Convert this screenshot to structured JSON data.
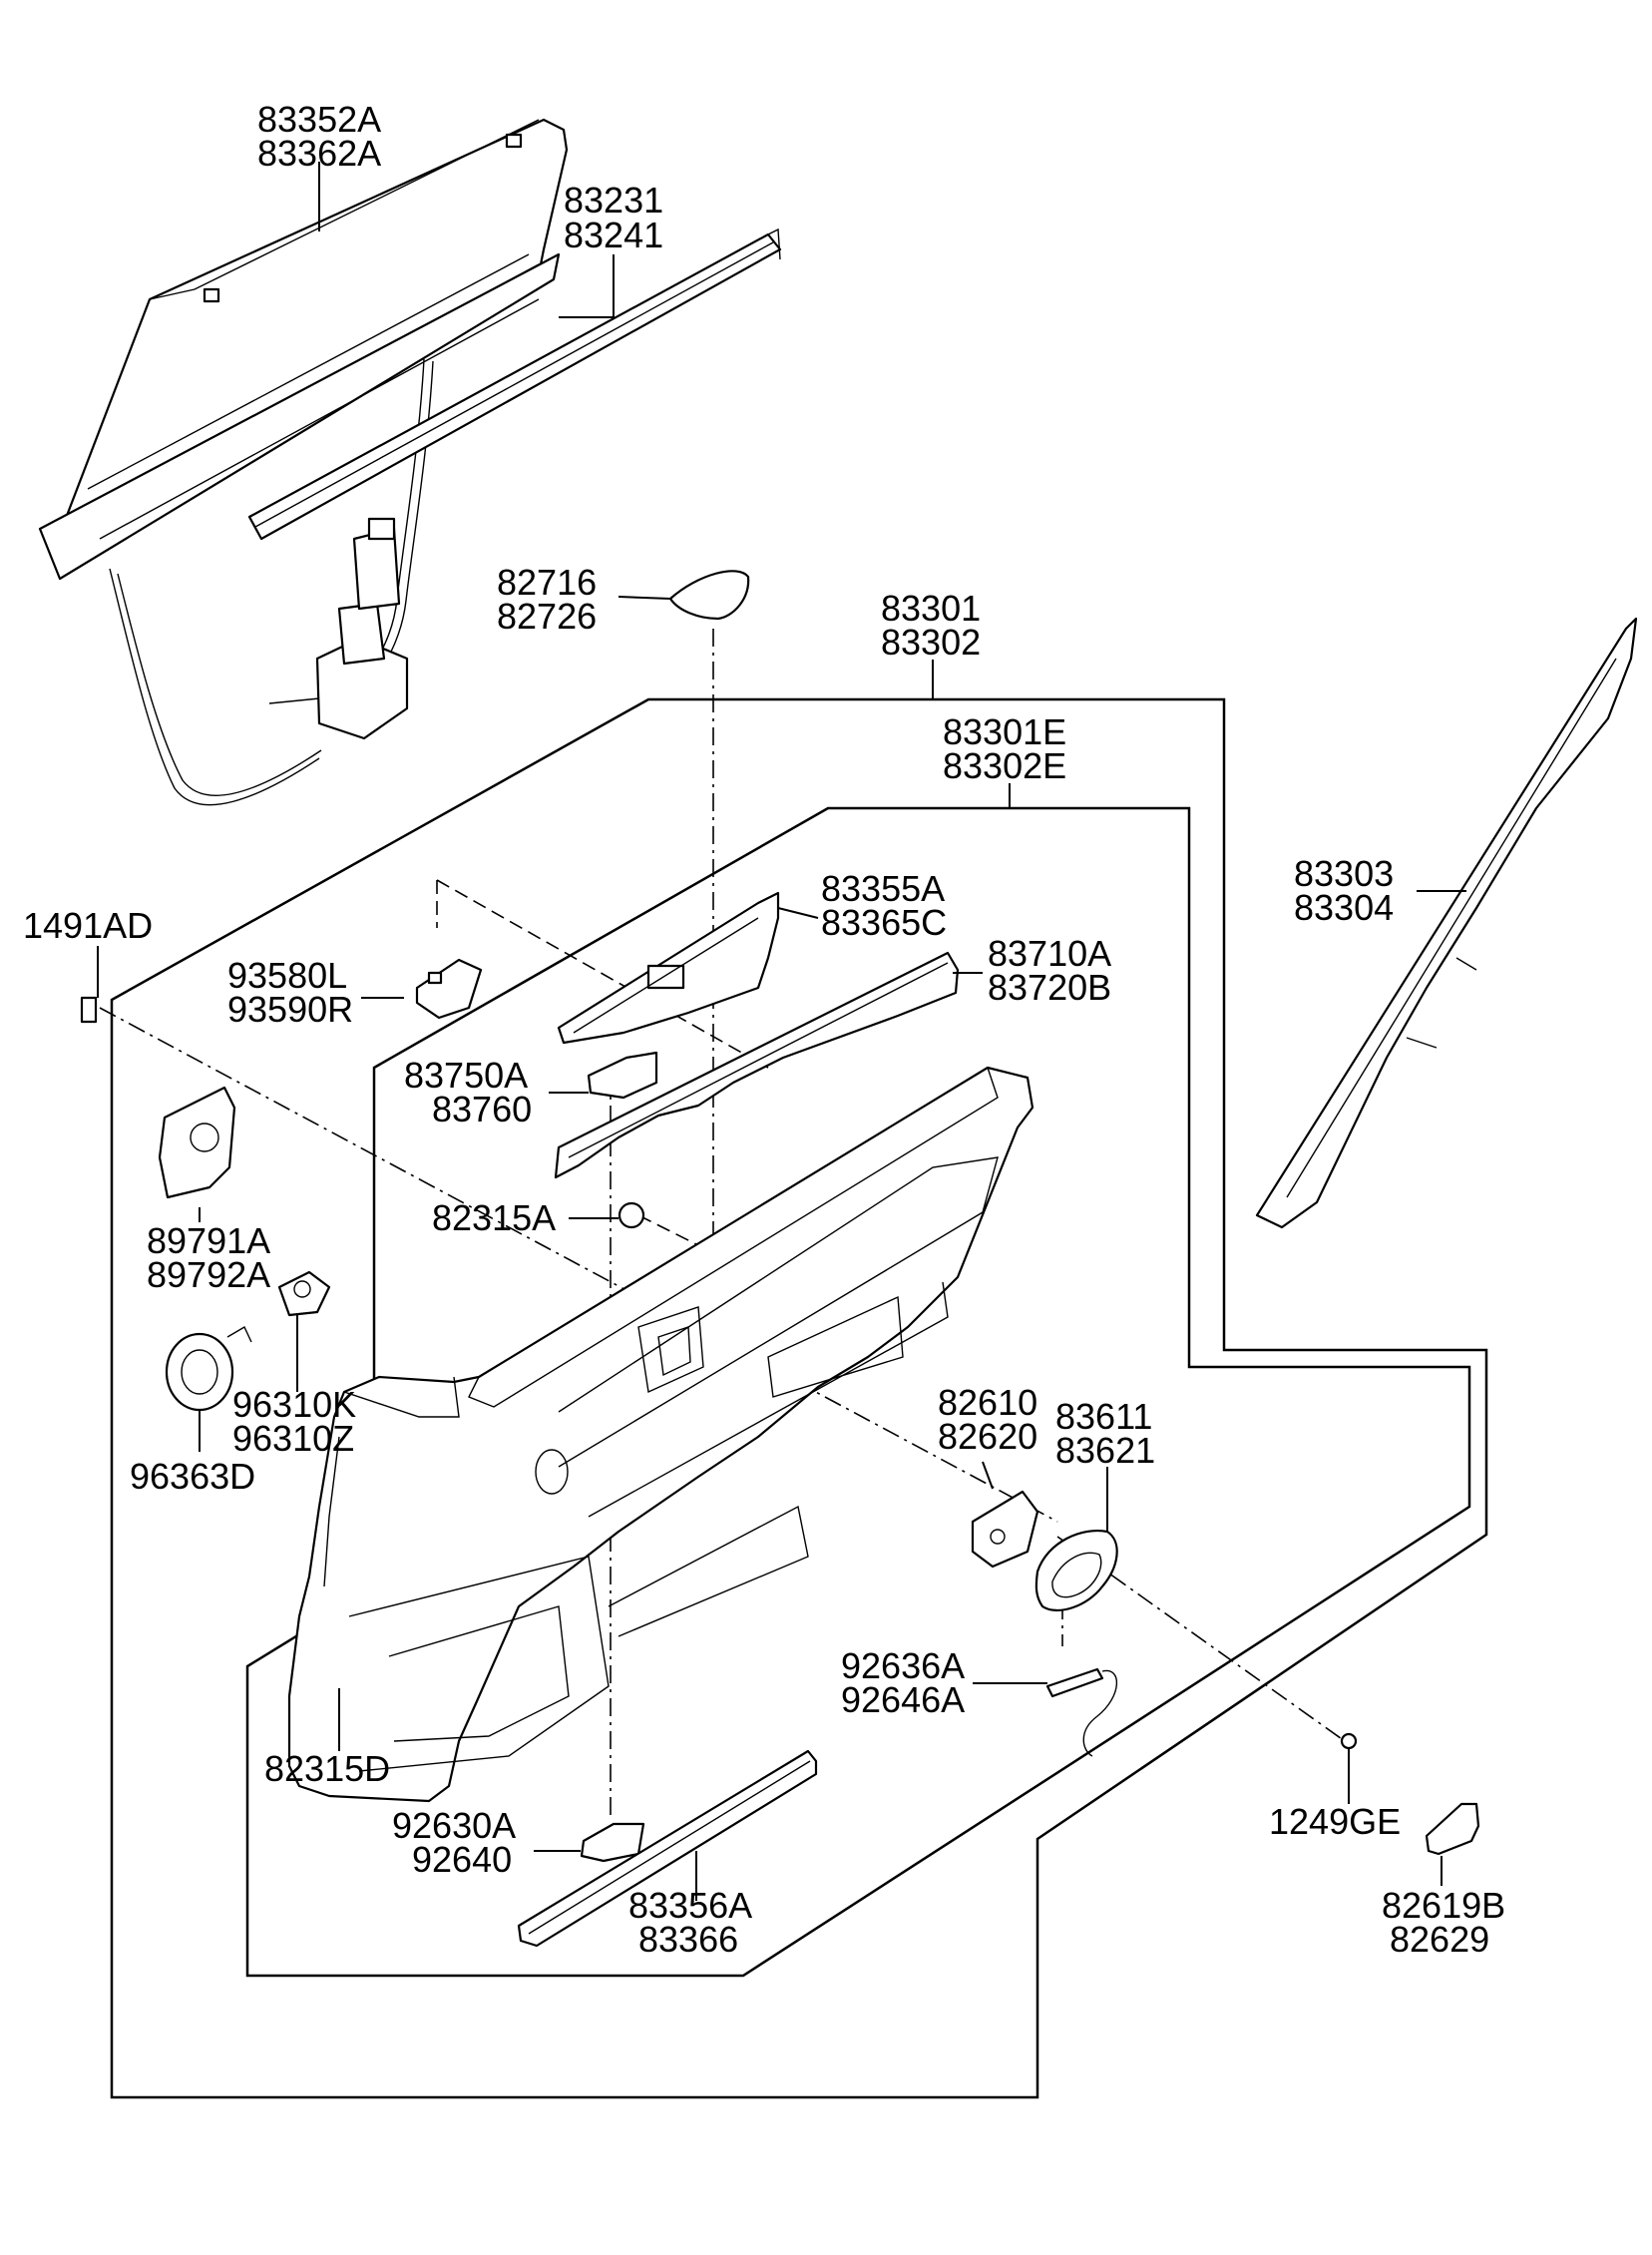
{
  "labels": {
    "l_83352A": "83352A",
    "l_83362A": "83362A",
    "l_83231": "83231",
    "l_83241": "83241",
    "l_82716": "82716",
    "l_82726": "82726",
    "l_83301": "83301",
    "l_83302": "83302",
    "l_83301E": "83301E",
    "l_83302E": "83302E",
    "l_83303": "83303",
    "l_83304": "83304",
    "l_1491AD": "1491AD",
    "l_83355A": "83355A",
    "l_83365C": "83365C",
    "l_83710A": "83710A",
    "l_83720B": "83720B",
    "l_93580L": "93580L",
    "l_93590R": "93590R",
    "l_83750A": "83750A",
    "l_83760": "83760",
    "l_82315A": "82315A",
    "l_89791A": "89791A",
    "l_89792A": "89792A",
    "l_96310K": "96310K",
    "l_96310Z": "96310Z",
    "l_96363D": "96363D",
    "l_82610": "82610",
    "l_82620": "82620",
    "l_83611": "83611",
    "l_83621": "83621",
    "l_92636A": "92636A",
    "l_92646A": "92646A",
    "l_82315D": "82315D",
    "l_1249GE": "1249GE",
    "l_92630A": "92630A",
    "l_92640": "92640",
    "l_83356A": "83356A",
    "l_83366": "83366",
    "l_82619B": "82619B",
    "l_82629": "82629"
  }
}
